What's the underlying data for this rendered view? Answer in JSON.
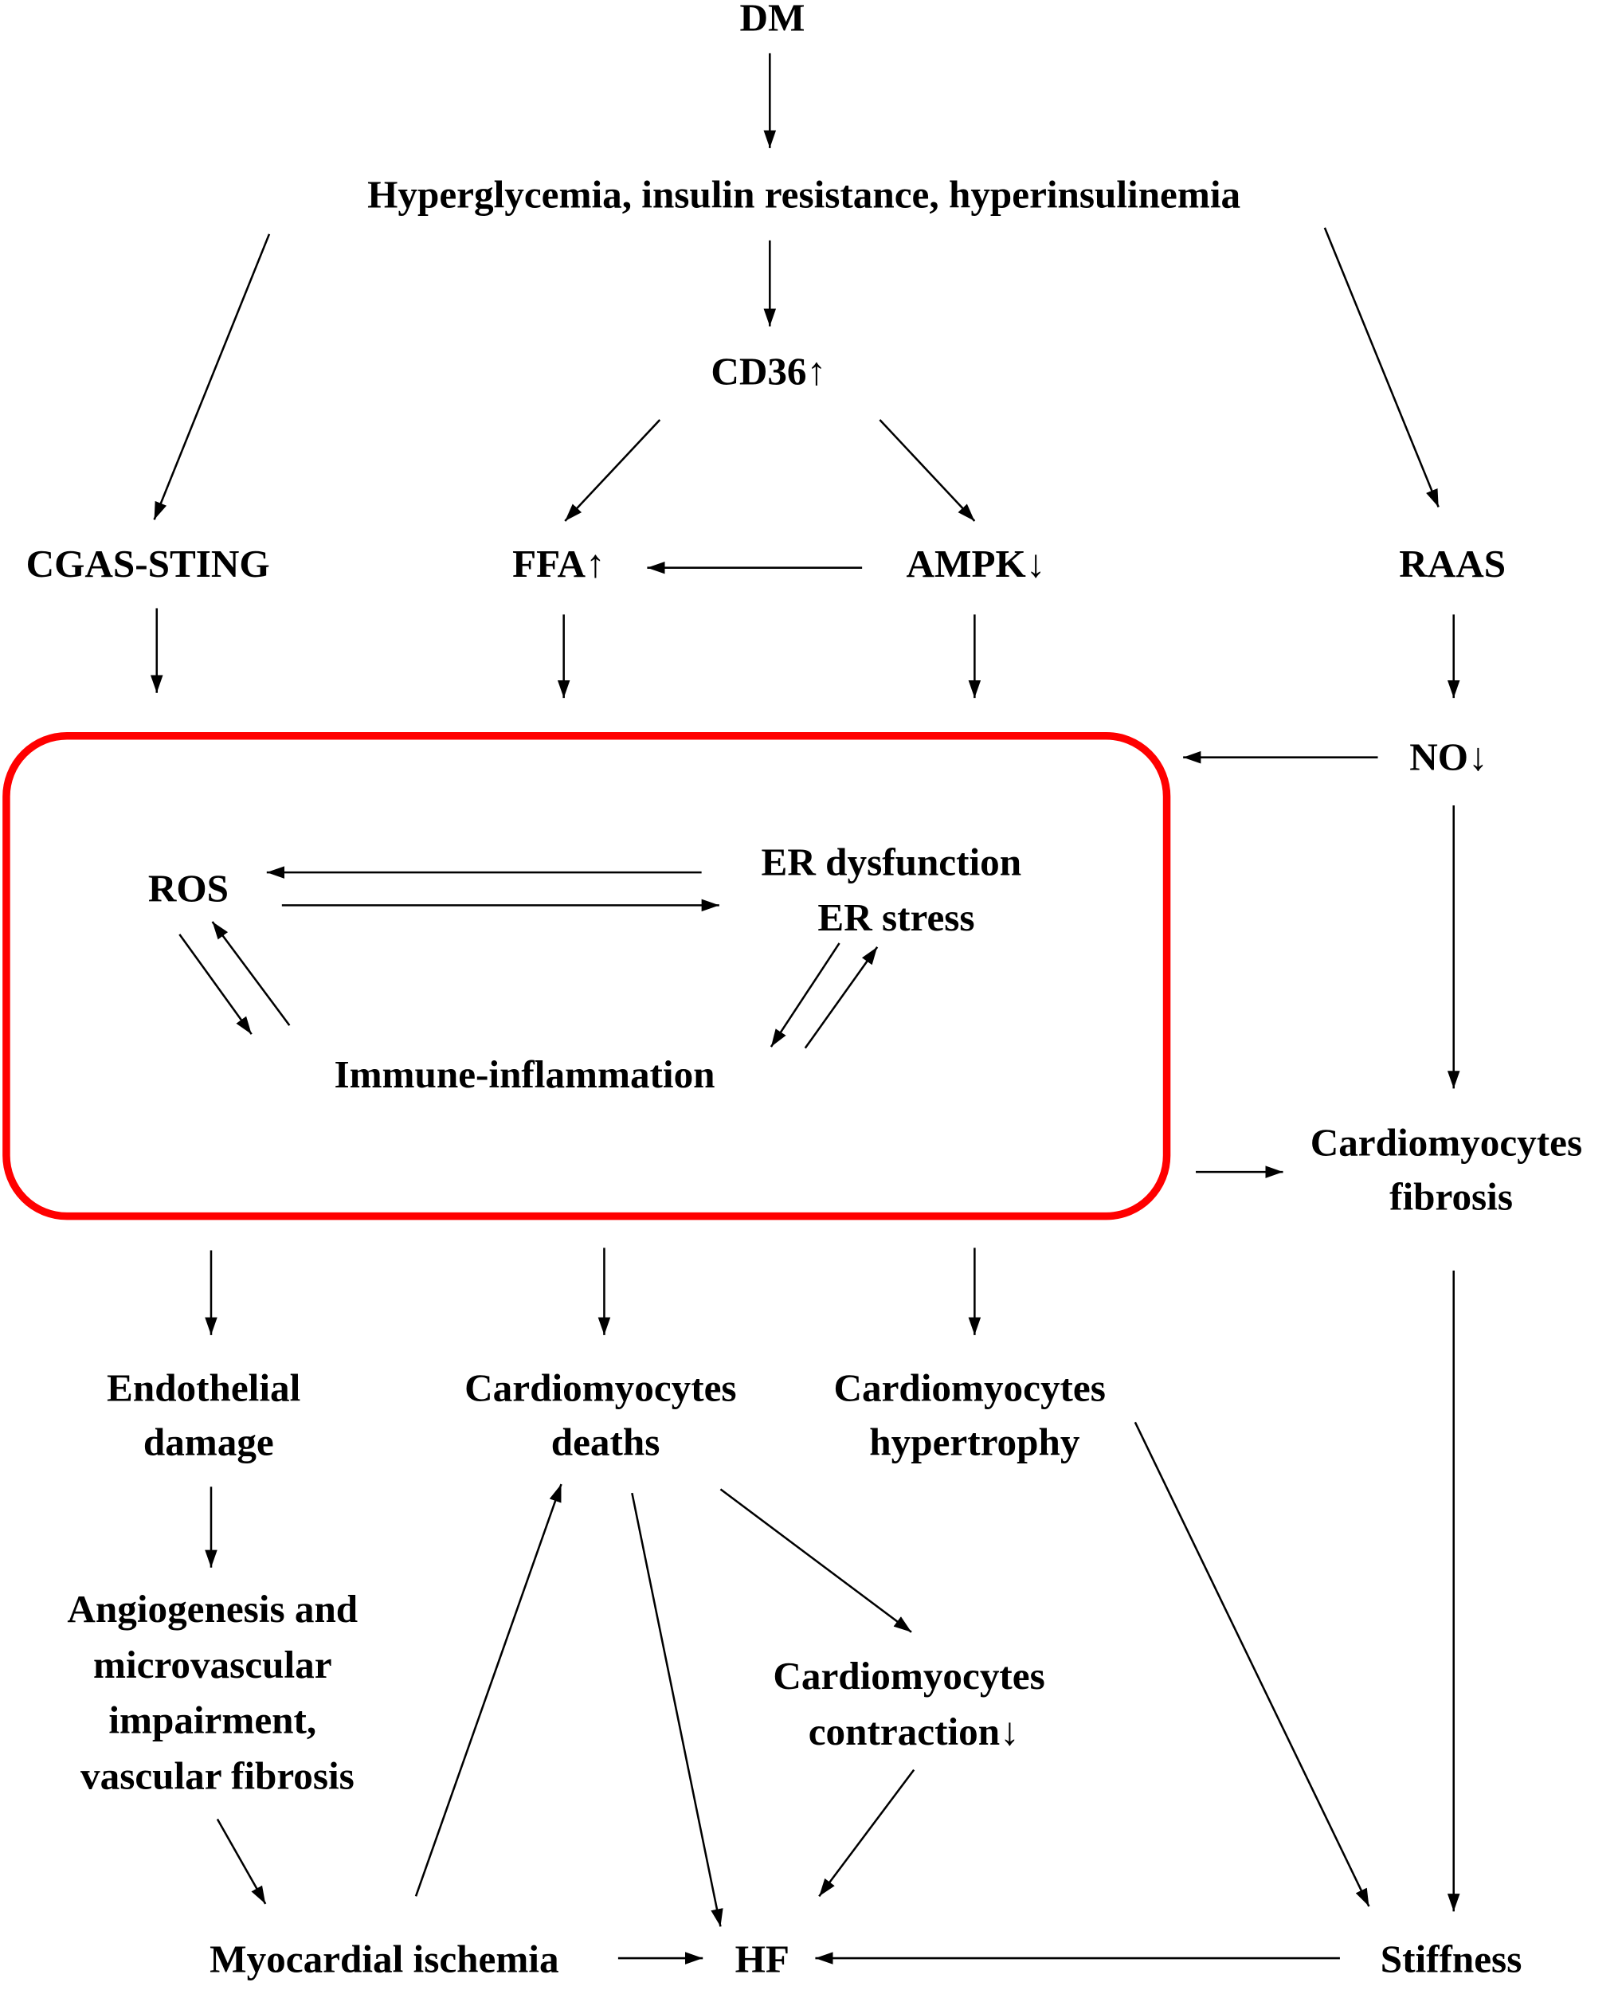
{
  "diagram": {
    "title": "DM pathway to HF",
    "highlight_color": "#ff0000",
    "nodes": {
      "dm": {
        "lines": [
          "DM"
        ]
      },
      "hyper": {
        "lines": [
          "Hyperglycemia, insulin resistance, hyperinsulinemia"
        ]
      },
      "cd36": {
        "lines": [
          "CD36↑"
        ]
      },
      "cgas": {
        "lines": [
          "CGAS-STING"
        ]
      },
      "ffa": {
        "lines": [
          "FFA↑"
        ]
      },
      "ampk": {
        "lines": [
          "AMPK↓"
        ]
      },
      "raas": {
        "lines": [
          "RAAS"
        ]
      },
      "no": {
        "lines": [
          "NO↓"
        ]
      },
      "ros": {
        "lines": [
          "ROS"
        ]
      },
      "er": {
        "lines": [
          "ER dysfunction",
          "ER stress"
        ]
      },
      "immune": {
        "lines": [
          "Immune-inflammation"
        ]
      },
      "fibrosis": {
        "lines": [
          "Cardiomyocytes",
          "fibrosis"
        ]
      },
      "endo": {
        "lines": [
          "Endothelial",
          "damage"
        ]
      },
      "deaths": {
        "lines": [
          "Cardiomyocytes",
          "deaths"
        ]
      },
      "hypertrophy": {
        "lines": [
          "Cardiomyocytes",
          "hypertrophy"
        ]
      },
      "angio": {
        "lines": [
          "Angiogenesis and",
          "microvascular",
          "impairment,",
          "vascular fibrosis"
        ]
      },
      "contraction": {
        "lines": [
          "Cardiomyocytes",
          "contraction↓"
        ]
      },
      "ischemia": {
        "lines": [
          "Myocardial ischemia"
        ]
      },
      "hf": {
        "lines": [
          "HF"
        ]
      },
      "stiffness": {
        "lines": [
          "Stiffness"
        ]
      }
    },
    "edges": [
      {
        "from": "dm",
        "to": "hyper"
      },
      {
        "from": "hyper",
        "to": "cd36"
      },
      {
        "from": "hyper",
        "to": "cgas"
      },
      {
        "from": "hyper",
        "to": "raas"
      },
      {
        "from": "cd36",
        "to": "ffa"
      },
      {
        "from": "cd36",
        "to": "ampk"
      },
      {
        "from": "ampk",
        "to": "ffa"
      },
      {
        "from": "cgas",
        "to": "box"
      },
      {
        "from": "ffa",
        "to": "box"
      },
      {
        "from": "ampk",
        "to": "box"
      },
      {
        "from": "raas",
        "to": "no"
      },
      {
        "from": "no",
        "to": "box"
      },
      {
        "from": "no",
        "to": "fibrosis"
      },
      {
        "from": "er",
        "to": "ros"
      },
      {
        "from": "ros",
        "to": "er"
      },
      {
        "from": "ros",
        "to": "immune"
      },
      {
        "from": "immune",
        "to": "ros"
      },
      {
        "from": "er",
        "to": "immune"
      },
      {
        "from": "immune",
        "to": "er"
      },
      {
        "from": "box",
        "to": "fibrosis"
      },
      {
        "from": "box",
        "to": "endo"
      },
      {
        "from": "box",
        "to": "deaths"
      },
      {
        "from": "box",
        "to": "hypertrophy"
      },
      {
        "from": "endo",
        "to": "angio"
      },
      {
        "from": "angio",
        "to": "ischemia"
      },
      {
        "from": "ischemia",
        "to": "deaths"
      },
      {
        "from": "deaths",
        "to": "hf"
      },
      {
        "from": "deaths",
        "to": "contraction"
      },
      {
        "from": "contraction",
        "to": "hf"
      },
      {
        "from": "hypertrophy",
        "to": "stiffness"
      },
      {
        "from": "fibrosis",
        "to": "stiffness"
      },
      {
        "from": "ischemia",
        "to": "hf"
      },
      {
        "from": "stiffness",
        "to": "hf"
      }
    ]
  }
}
